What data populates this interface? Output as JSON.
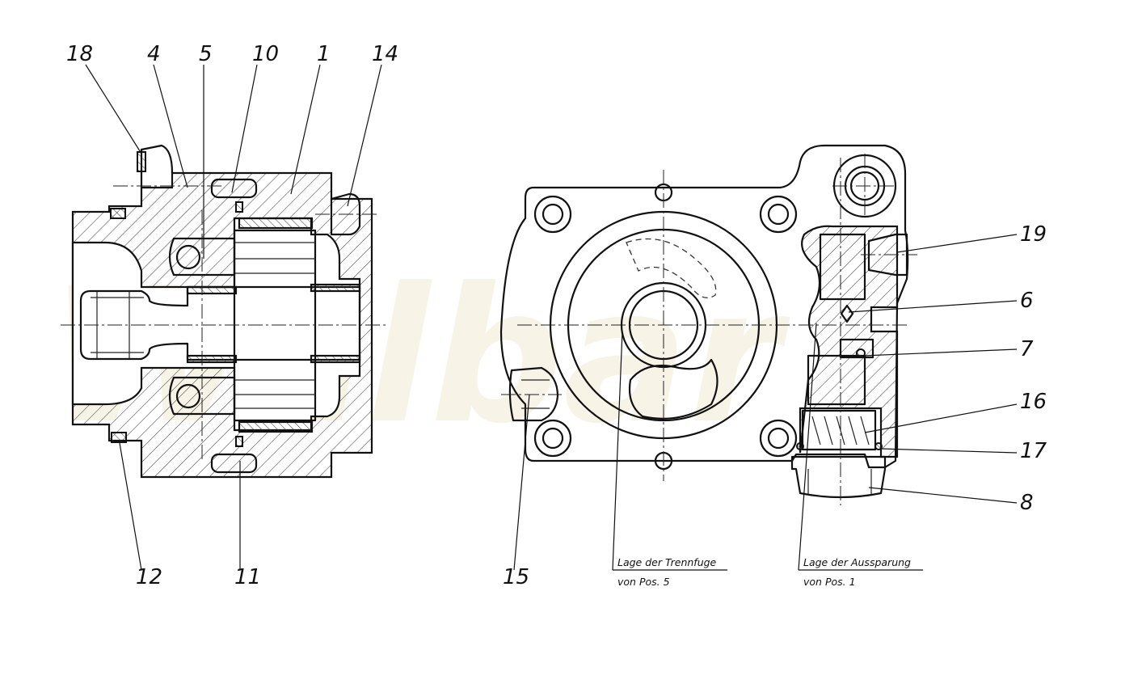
{
  "watermark": "Walbar",
  "callouts": {
    "c18": "18",
    "c4": "4",
    "c5": "5",
    "c10": "10",
    "c1": "1",
    "c14": "14",
    "c12": "12",
    "c11": "11",
    "c15": "15",
    "c19": "19",
    "c6": "6",
    "c7": "7",
    "c16": "16",
    "c17": "17",
    "c8": "8"
  },
  "notes": {
    "trennfuge_line1": "Lage der Trennfuge",
    "trennfuge_line2": "von Pos. 5",
    "aussparung_line1": "Lage der Aussparung",
    "aussparung_line2": "von Pos. 1"
  }
}
